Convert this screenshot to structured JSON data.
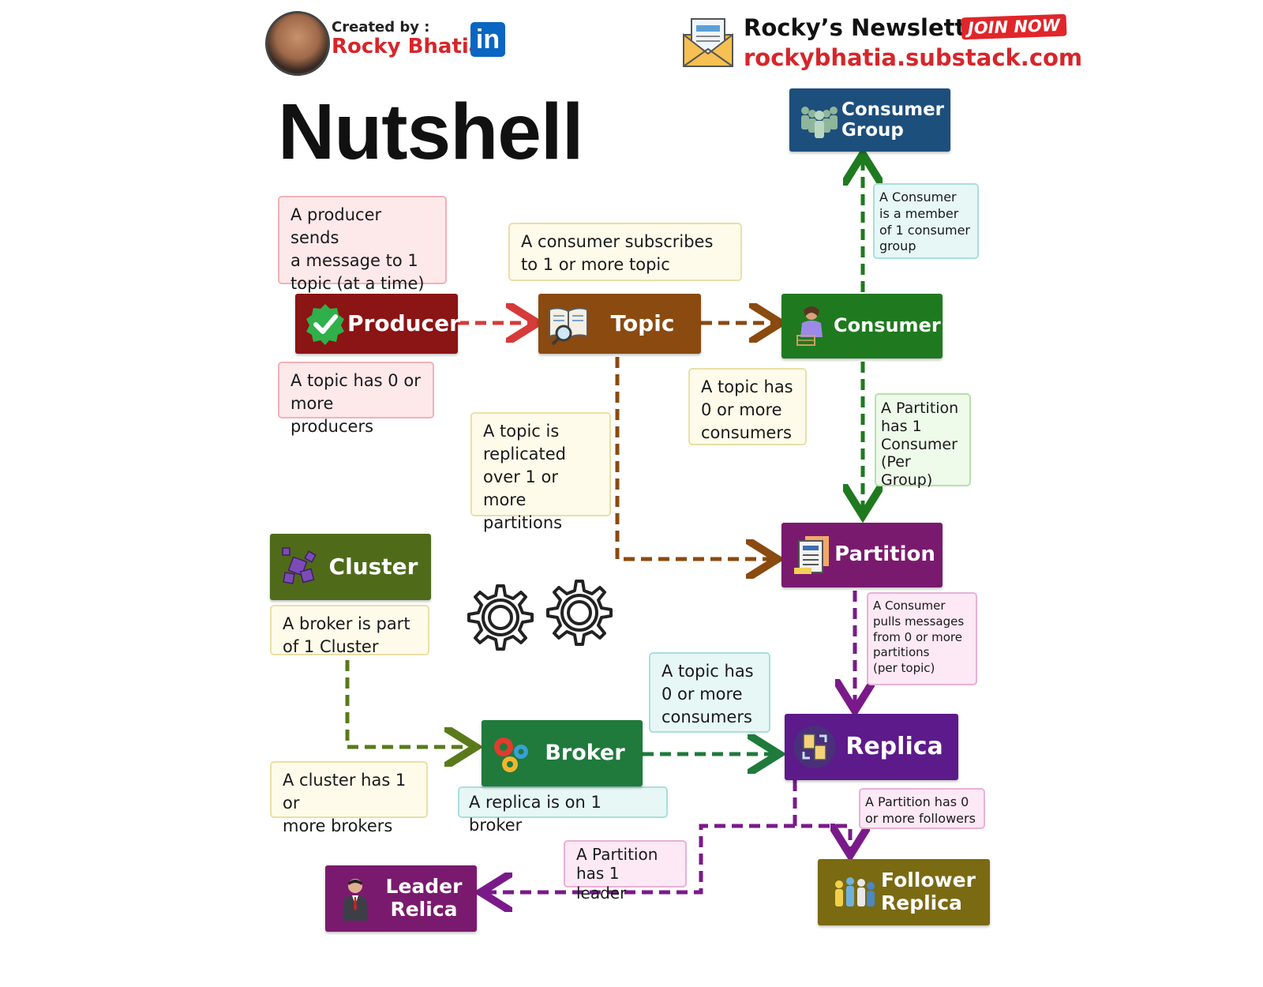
{
  "header": {
    "created_by": "Created by :",
    "author": "Rocky Bhatia",
    "linkedin": "in",
    "newsletter": "Rocky’s Newsletter",
    "join": "JOIN NOW",
    "url": "rockybhatia.substack.com"
  },
  "title": "Nutshell",
  "nodes": {
    "producer": "Producer",
    "topic": "Topic",
    "consumer": "Consumer",
    "consumer_group": "Consumer\nGroup",
    "partition": "Partition",
    "cluster": "Cluster",
    "broker": "Broker",
    "replica": "Replica",
    "leader": "Leader\nRelica",
    "follower": "Follower\nReplica"
  },
  "notes": {
    "producer_sends": "A producer sends\na message to 1\ntopic (at a time)",
    "consumer_subscribes": "A consumer subscribes\nto 1 or more topic",
    "consumer_member": "A Consumer\nis a member\nof 1 consumer\ngroup",
    "topic_producers": "A topic has 0 or\nmore producers",
    "topic_consumers": "A topic has\n0 or more\nconsumers",
    "topic_replicated": "A topic is\nreplicated\nover 1 or more\npartitions",
    "partition_consumer": "A Partition\nhas 1\nConsumer\n(Per Group)",
    "broker_cluster": "A broker is part\nof 1 Cluster",
    "consumer_pulls": "A Consumer\npulls messages\nfrom 0 or more\npartitions\n(per topic)",
    "topic_consumers_2": "A topic has\n0 or more\nconsumers",
    "cluster_brokers": "A cluster has 1 or\nmore brokers",
    "replica_broker": "A replica is on 1 broker",
    "partition_followers": "A Partition has 0\nor more followers",
    "partition_leader": "A Partition\nhas 1 leader"
  },
  "colors": {
    "producer": "#8b1414",
    "topic": "#8a4a10",
    "consumer": "#1f7a1f",
    "consumer_group": "#1d4f7c",
    "partition": "#7a1a6e",
    "cluster": "#4f6b1a",
    "broker": "#1f7a3c",
    "replica": "#5d1a8a",
    "leader": "#7a1a6e",
    "follower": "#7a6a12"
  }
}
